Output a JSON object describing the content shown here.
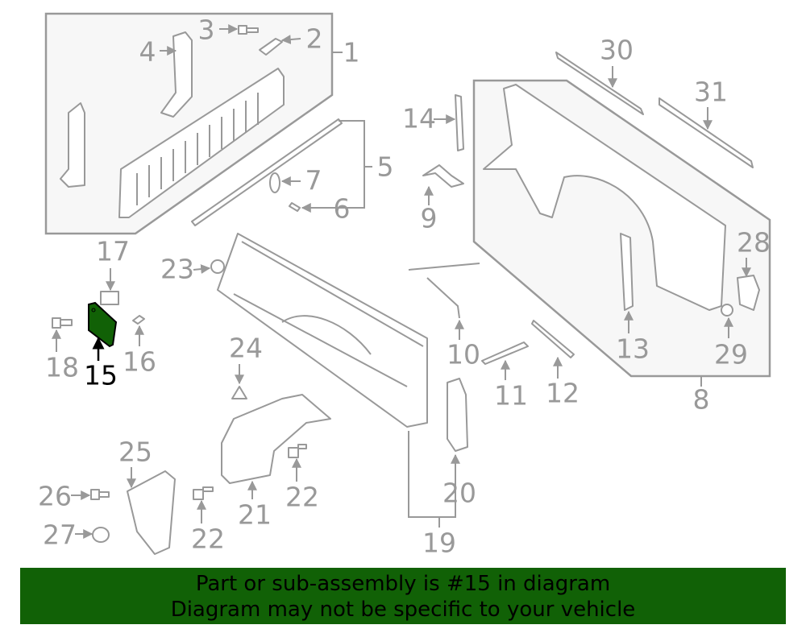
{
  "callouts": {
    "c1": "1",
    "c2": "2",
    "c3": "3",
    "c4": "4",
    "c5": "5",
    "c6": "6",
    "c7": "7",
    "c8": "8",
    "c9": "9",
    "c10": "10",
    "c11": "11",
    "c12": "12",
    "c13": "13",
    "c14": "14",
    "c15": "15",
    "c16": "16",
    "c17": "17",
    "c18": "18",
    "c19": "19",
    "c20": "20",
    "c21": "21",
    "c22a": "22",
    "c22b": "22",
    "c23": "23",
    "c24": "24",
    "c25": "25",
    "c26": "26",
    "c27": "27",
    "c28": "28",
    "c29": "29",
    "c30": "30",
    "c31": "31"
  },
  "highlight": {
    "part": "15",
    "color": "#116106"
  },
  "banner": {
    "line1": "Part or sub-assembly is #15 in diagram",
    "line2": "Diagram may not be specific to your vehicle",
    "color": "#116106"
  }
}
